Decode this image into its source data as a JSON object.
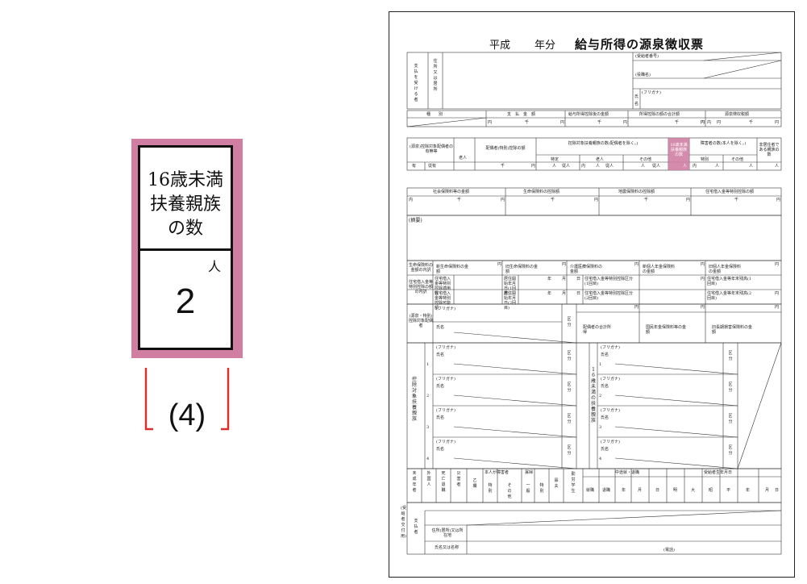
{
  "callout": {
    "label_line1": "16歳未満",
    "label_line2": "扶養親族",
    "label_line3": "の数",
    "unit": "人",
    "value": "2",
    "marker": "(4)",
    "accent_color": "#d07fa3"
  },
  "form": {
    "era": "平成",
    "year_label": "年分",
    "title": "給与所得の源泉徴収票",
    "payee": {
      "label": "支払を受ける者",
      "address_label": "住所又は居所",
      "recipient_no": "(受給者番号)",
      "position": "(役職名)",
      "furigana": "(フリガナ)",
      "name_l1": "氏",
      "name_l2": "名"
    },
    "row1": [
      "種　　別",
      "支　払　金　額",
      "給与所得控除後の金額",
      "所得控除の額の合計額",
      "源泉徴収税額"
    ],
    "row1_units": [
      "円",
      "千",
      "円",
      "円",
      "千",
      "円",
      "千",
      "円",
      "内",
      "円",
      "千",
      "円"
    ],
    "row2": {
      "spouse_label": "(源泉)控除対象配偶者の有無等",
      "spouse_old": "老人",
      "special": "配偶者(特別)控除の額",
      "dependents": "控除対象扶養親族の数(配偶者を除く。)",
      "dep_cols": [
        "特定",
        "老人",
        "その他"
      ],
      "under16": "16歳未満扶養親族の数",
      "disabled": "障害者の数(本人を除く。)",
      "disabled_cols": [
        "特別",
        "その他"
      ],
      "nonres": "非居住者である親族の数",
      "sub_labels": [
        "有",
        "従有",
        "千",
        "円",
        "人",
        "従人",
        "内",
        "人",
        "従人",
        "人",
        "従人",
        "人",
        "内",
        "人",
        "人",
        "人"
      ]
    },
    "row3": [
      "社会保険料等の金額",
      "生命保険料の控除額",
      "地震保険料の控除額",
      "住宅借入金等特別控除の額"
    ],
    "row3_units": [
      "内",
      "千",
      "円",
      "千",
      "円",
      "千",
      "円",
      "千",
      "円"
    ],
    "remarks": "(摘要)",
    "insurance": {
      "left_label": "生命保険料の金額の内訳",
      "cells": [
        "新生命保険料の金額",
        "旧生命保険料の金額",
        "介護医療保険料の金額",
        "新個人年金保険料の金額",
        "旧個人年金保険料の金額"
      ],
      "housing_label": "住宅借入金等特別控除の額の内訳",
      "housing_cells": [
        "住宅借入金等特別控除適用数",
        "居住開始年月日(1回目)",
        "住宅借入金等特別控除区分(1回目)",
        "住宅借入金等年末残高(1回目)",
        "住宅借入金等特別控除可能額",
        "居住開始年月日(2回目)",
        "住宅借入金等特別控除区分(2回目)",
        "住宅借入金等年末残高(2回目)"
      ],
      "units": [
        "円",
        "円",
        "円",
        "円",
        "円",
        "年",
        "月",
        "日",
        "円",
        "年",
        "月",
        "日",
        "円"
      ]
    },
    "spouse_block": {
      "label": "(源泉・特別)控除対象配偶者",
      "furigana": "(フリガナ)",
      "name": "氏名",
      "kubun": "区分",
      "income": "配偶者の合計所得",
      "pension": "国民年金保険料等の金額",
      "old_ltc": "旧長期損害保険料の金額",
      "unit": "円"
    },
    "dependents_block": {
      "label": "控除対象扶養親族",
      "under16_label": "16歳未満の扶養親族",
      "furigana": "(フリガナ)",
      "name": "氏名",
      "kubun": "区分",
      "nums": [
        "1",
        "2",
        "3",
        "4"
      ]
    },
    "bottom": {
      "headers": [
        "未成年者",
        "外国人",
        "死亡退職",
        "災害者",
        "乙欄",
        "本人が障害者",
        "寡婦",
        "寡夫",
        "勤労学生",
        "中途就・退職",
        "受給者生年月日"
      ],
      "disabled_sub": [
        "特別",
        "その他"
      ],
      "widow_sub": [
        "一般",
        "特別"
      ],
      "midway_sub": [
        "就職",
        "退職",
        "年",
        "月",
        "日"
      ],
      "birth_sub": [
        "明",
        "大",
        "昭",
        "平",
        "年",
        "月",
        "日"
      ]
    },
    "payer": {
      "side_label": "(受給者交付用)",
      "label": "支払者",
      "addr": "住所(居所)又は所在地",
      "name": "氏名又は名称",
      "tel": "(電話)"
    },
    "highlight_color": "#d07fa3"
  }
}
